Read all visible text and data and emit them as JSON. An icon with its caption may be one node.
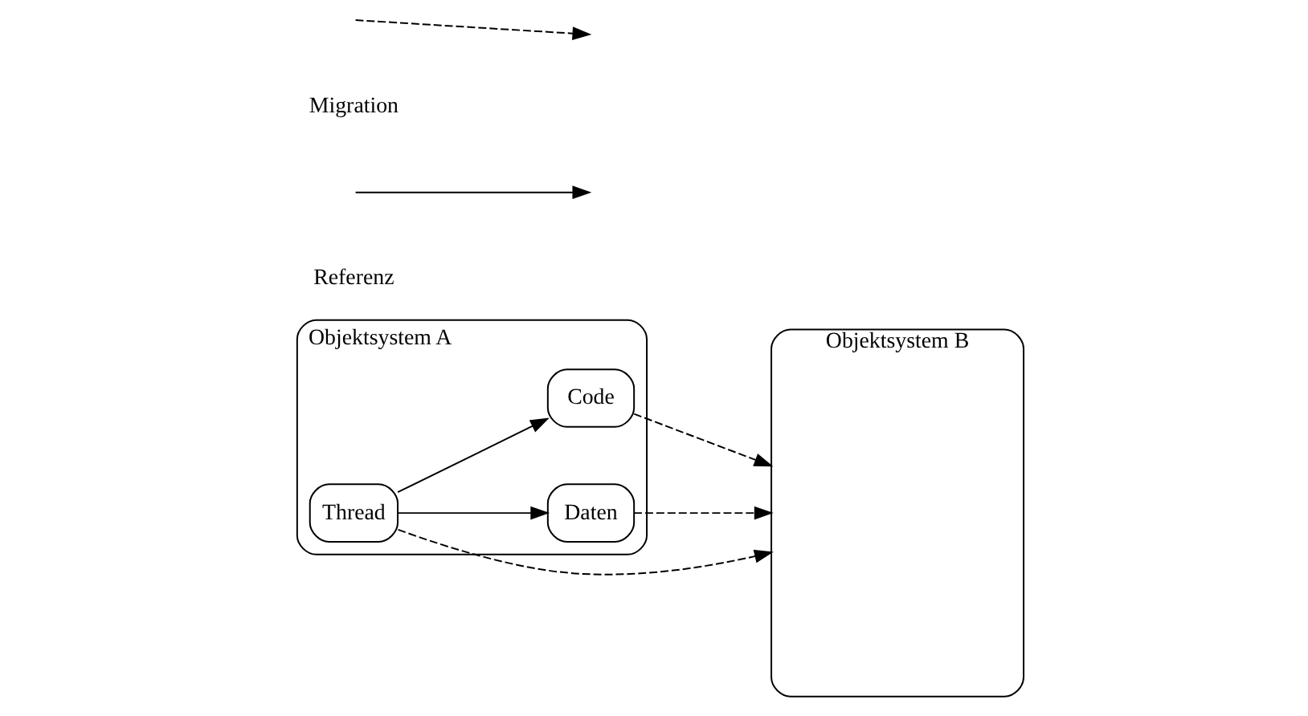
{
  "diagram": {
    "nodes": [
      {
        "text": [
          "Objektsystem A"
        ]
      },
      {
        "text": [
          "Thread"
        ],
        "in": 0
      },
      {
        "text": [
          "Daten"
        ],
        "in": 0
      },
      {
        "text": [
          "Code"
        ],
        "in": 0
      },
      {
        "text": [
          "Objektsystem B"
        ]
      }
    ],
    "edges": [
      {
        "from": 1,
        "to": 2,
        "arrow": "to"
      },
      {
        "from": 1,
        "to": 3,
        "arrow": "to"
      },
      {
        "from": 1,
        "to": 4,
        "arrow": "to",
        "style": "dashed"
      },
      {
        "from": 2,
        "to": 4,
        "arrow": "to",
        "style": "dashed"
      },
      {
        "from": 3,
        "to": 4,
        "arrow": "to",
        "style": "dashed"
      }
    ],
    "legend": [
      {
        "text": "Migration"
      },
      {
        "text": "Referenz"
      }
    ]
  }
}
